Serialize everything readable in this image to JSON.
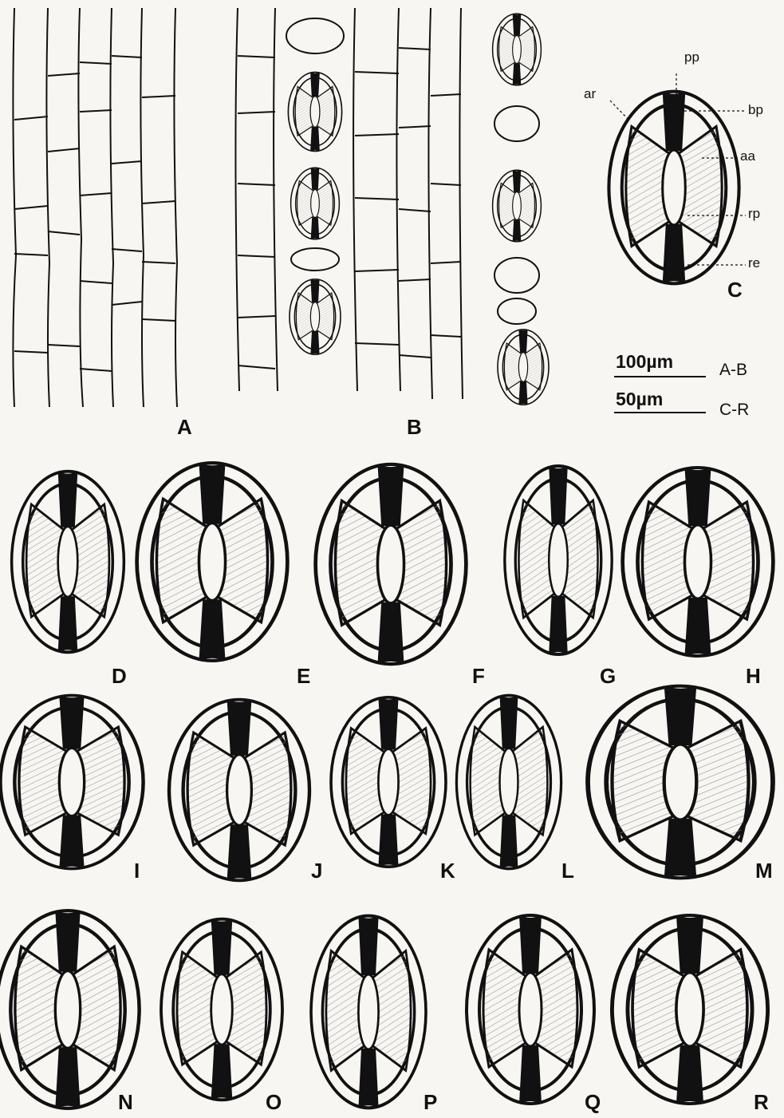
{
  "panels": {
    "A": "A",
    "B": "B",
    "C": "C",
    "D": "D",
    "E": "E",
    "F": "F",
    "G": "G",
    "H": "H",
    "I": "I",
    "J": "J",
    "K": "K",
    "L": "L",
    "M": "M",
    "N": "N",
    "O": "O",
    "P": "P",
    "Q": "Q",
    "R": "R"
  },
  "annotations": {
    "pp": "pp",
    "ar": "ar",
    "bp": "bp",
    "aa": "aa",
    "rp": "rp",
    "re": "re"
  },
  "scale_bars": [
    {
      "value": "100µm",
      "applies_to": "A-B"
    },
    {
      "value": "50µm",
      "applies_to": "C-R"
    }
  ],
  "colors": {
    "ink": "#111111",
    "background": "#f7f6f2",
    "hatch": "#8a8a8a"
  }
}
